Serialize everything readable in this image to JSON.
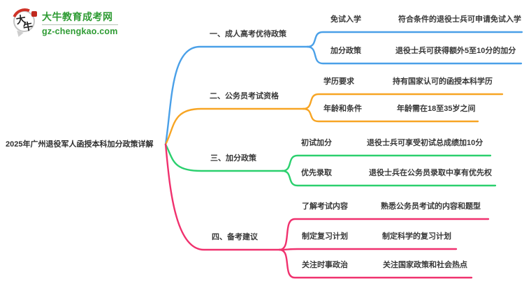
{
  "brand": {
    "site_name": "大牛教育成考网",
    "site_url": "gz-chengkao.com",
    "logo_char_1": "大",
    "logo_char_2": "牛",
    "brand_green": "#2e9b33",
    "logo_red": "#cf3227"
  },
  "mindmap": {
    "root": "2025年广州退役军人函授本科加分政策详解",
    "branches": [
      {
        "label": "一、成人高考优待政策",
        "color": "#4aa0e8",
        "children": [
          {
            "label": "免试入学",
            "value": "符合条件的退役士兵可申请免试入学"
          },
          {
            "label": "加分政策",
            "value": "退役士兵可获得额外5至10分的加分"
          }
        ]
      },
      {
        "label": "二、公务员考试资格",
        "color": "#f7a524",
        "children": [
          {
            "label": "学历要求",
            "value": "持有国家认可的函授本科学历"
          },
          {
            "label": "年龄和条件",
            "value": "年龄需在18至35岁之间"
          }
        ]
      },
      {
        "label": "三、加分政策",
        "color": "#2bd06e",
        "children": [
          {
            "label": "初试加分",
            "value": "退役士兵可享受初试总成绩加10分"
          },
          {
            "label": "优先录取",
            "value": "退役士兵在公务员录取中享有优先权"
          }
        ]
      },
      {
        "label": "四、备考建议",
        "color": "#f0316e",
        "children": [
          {
            "label": "了解考试内容",
            "value": "熟悉公务员考试的内容和题型"
          },
          {
            "label": "制定复习计划",
            "value": "制定科学的复习计划"
          },
          {
            "label": "关注时事政治",
            "value": "关注国家政策和社会热点"
          }
        ]
      }
    ],
    "text_color": "#383838"
  }
}
